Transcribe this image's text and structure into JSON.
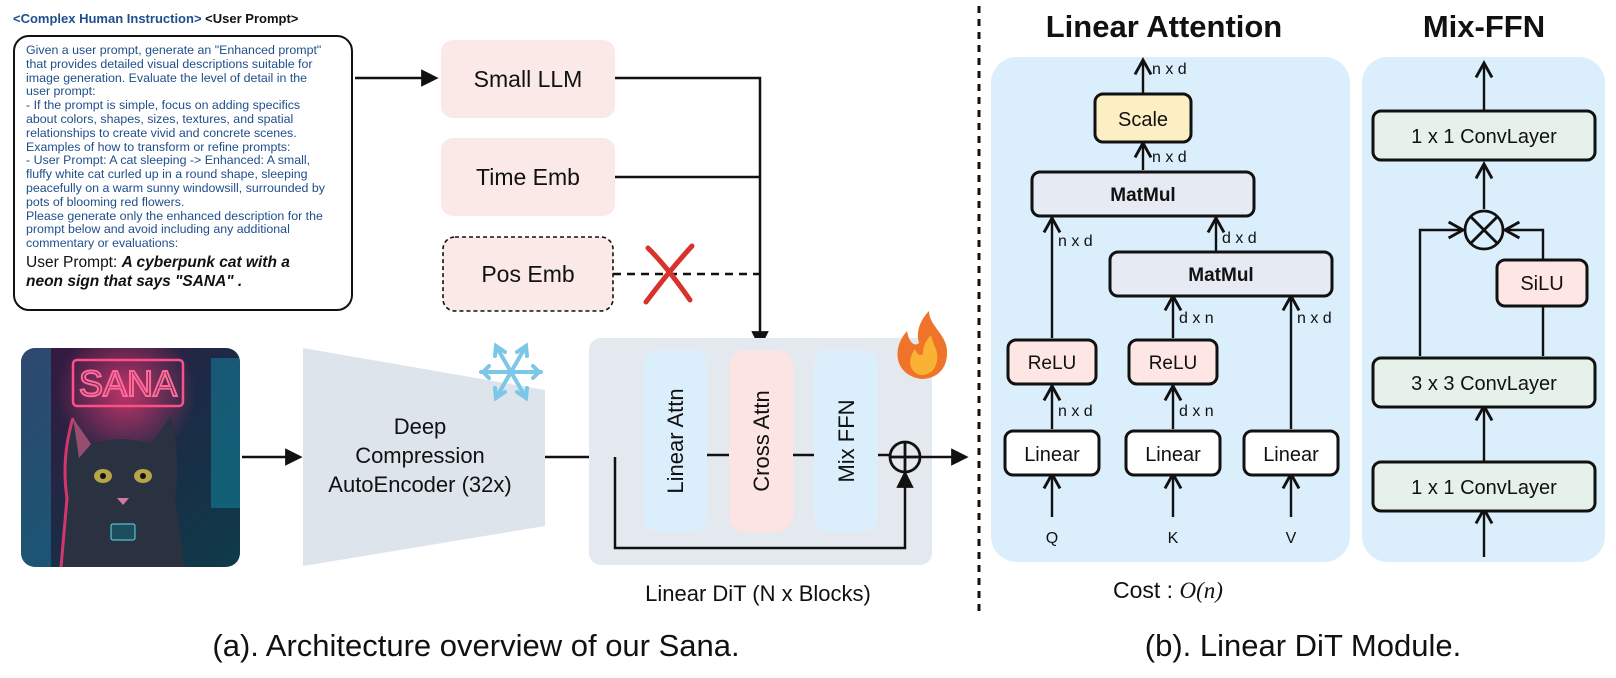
{
  "left_panel": {
    "header_blue": "<Complex Human Instruction>",
    "header_black": "<User Prompt>",
    "instruction_lines": [
      "Given a user prompt, generate an \"Enhanced prompt\"",
      "that provides detailed visual descriptions suitable for",
      "image generation. Evaluate the level of detail in the",
      "user prompt:",
      "- If the prompt is simple, focus on adding specifics",
      "about colors, shapes, sizes, textures, and spatial",
      "relationships to create vivid and concrete scenes.",
      "Examples of how to transform or refine prompts:",
      "- User Prompt: A cat sleeping -> Enhanced: A small,",
      "fluffy white cat curled up in a round shape, sleeping",
      "peacefully on a warm sunny windowsill, surrounded by",
      "pots of blooming red flowers.",
      "Please generate only the enhanced description for the",
      "prompt below and avoid including any additional",
      "commentary or evaluations:"
    ],
    "user_prompt_label": "User Prompt: ",
    "user_prompt_line1": "A cyberpunk cat with a",
    "user_prompt_line2": "neon sign that says \"SANA\" .",
    "image_sign_text": "SANA",
    "small_llm": "Small LLM",
    "time_emb": "Time Emb",
    "pos_emb": "Pos Emb",
    "encoder_line1": "Deep",
    "encoder_line2": "Compression",
    "encoder_line3": "AutoEncoder (32x)",
    "block_linear_attn": "Linear Attn",
    "block_cross_attn": "Cross Attn",
    "block_mix_ffn": "Mix FFN",
    "dit_label": "Linear DiT (N x Blocks)",
    "caption": "(a). Architecture overview of our Sana."
  },
  "linear_attention": {
    "title": "Linear Attention",
    "scale": "Scale",
    "matmul_top": "MatMul",
    "matmul_bottom": "MatMul",
    "relu_left": "ReLU",
    "relu_mid": "ReLU",
    "linear_q": "Linear",
    "linear_k": "Linear",
    "linear_v": "Linear",
    "input_q": "Q",
    "input_k": "K",
    "input_v": "V",
    "dim_out": "n x d",
    "dim_scale_in": "n x d",
    "dim_left_up": "n x d",
    "dim_left_low": "n x d",
    "dim_mid_up": "d x d",
    "dim_mid_relu": "d x n",
    "dim_mid_low": "d x n",
    "dim_right": "n x d",
    "cost_label": "Cost : ",
    "cost_value": "O(n)"
  },
  "mix_ffn": {
    "title": "Mix-FFN",
    "conv_top": "1 x 1 ConvLayer",
    "silu": "SiLU",
    "conv_mid": "3 x 3 ConvLayer",
    "conv_bottom": "1 x 1 ConvLayer"
  },
  "right_caption": "(b). Linear DiT Module.",
  "colors": {
    "pink_box": "#fbe9e7",
    "blue_panel": "#dbeefb",
    "gray_block": "#e4e9ef",
    "scale_fill": "#fdefc4",
    "matmul_fill": "#e6ebf3",
    "relu_fill": "#fde6e4",
    "conv_fill": "#e6f2e9",
    "cross_red": "#d9322c"
  }
}
